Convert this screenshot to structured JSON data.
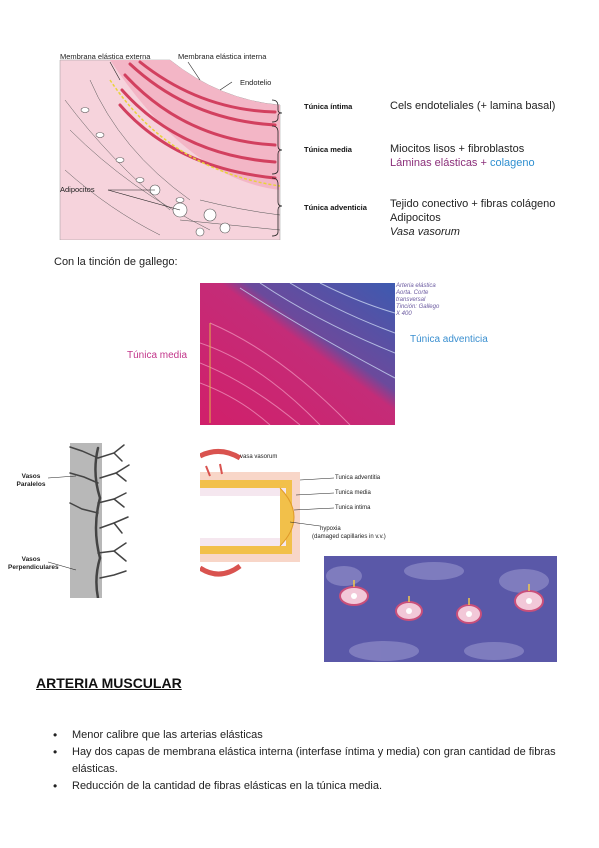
{
  "diagram1": {
    "labels": {
      "external": "Membrana elástica externa",
      "internal": "Membrana elástica interna",
      "endothelium": "Endotelio",
      "adipocytes": "Adipocitos"
    },
    "layers": [
      {
        "name": "Túnica íntima",
        "lines": [
          {
            "text": "Cels endoteliales (+ lamina basal)"
          }
        ]
      },
      {
        "name": "Túnica media",
        "lines": [
          {
            "text": "Miocitos lisos + fibroblastos"
          }
        ]
      },
      {
        "name": "Túnica adventicia",
        "lines": [
          {
            "text": "Tejido conectivo + fibras colágeno"
          },
          {
            "text": "Adipocitos"
          }
        ]
      }
    ],
    "media_extra": {
      "elastic": "Láminas elásticas",
      "plus": " + ",
      "collagen": "colageno"
    },
    "adventitia_extra": "Vasa vasorum"
  },
  "stain_caption": "Con la tinción de gallego:",
  "micrograph": {
    "label_media": "Túnica media",
    "label_adventitia": "Túnica adventicia",
    "corner_note": [
      "Arteria elástica",
      "Aorta. Corte",
      "transversal",
      "Tinción: Gallego",
      "X 400"
    ]
  },
  "vasa_diagram": {
    "parallel": "Vasos Paralelos",
    "perpendicular": "Vasos Perpendiculares"
  },
  "wall_diagram": {
    "vasa": "vasa vasorum",
    "adventitia": "Tunica adventitia",
    "media": "Tunica media",
    "intima": "Tunica intima",
    "hypoxia": "hypoxia",
    "damaged": "(damaged capillaries in v.v.)"
  },
  "section": {
    "title": "ARTERIA MUSCULAR",
    "bullets": [
      "Menor calibre que las arterias elásticas",
      "Hay dos capas de membrana elástica interna (interfase íntima y media) con gran cantidad de fibras elásticas.",
      "Reducción de la cantidad de fibras elásticas en la túnica media."
    ]
  },
  "colors": {
    "accent_purple": "#8b2f7a",
    "accent_blue": "#2f8fd0"
  }
}
